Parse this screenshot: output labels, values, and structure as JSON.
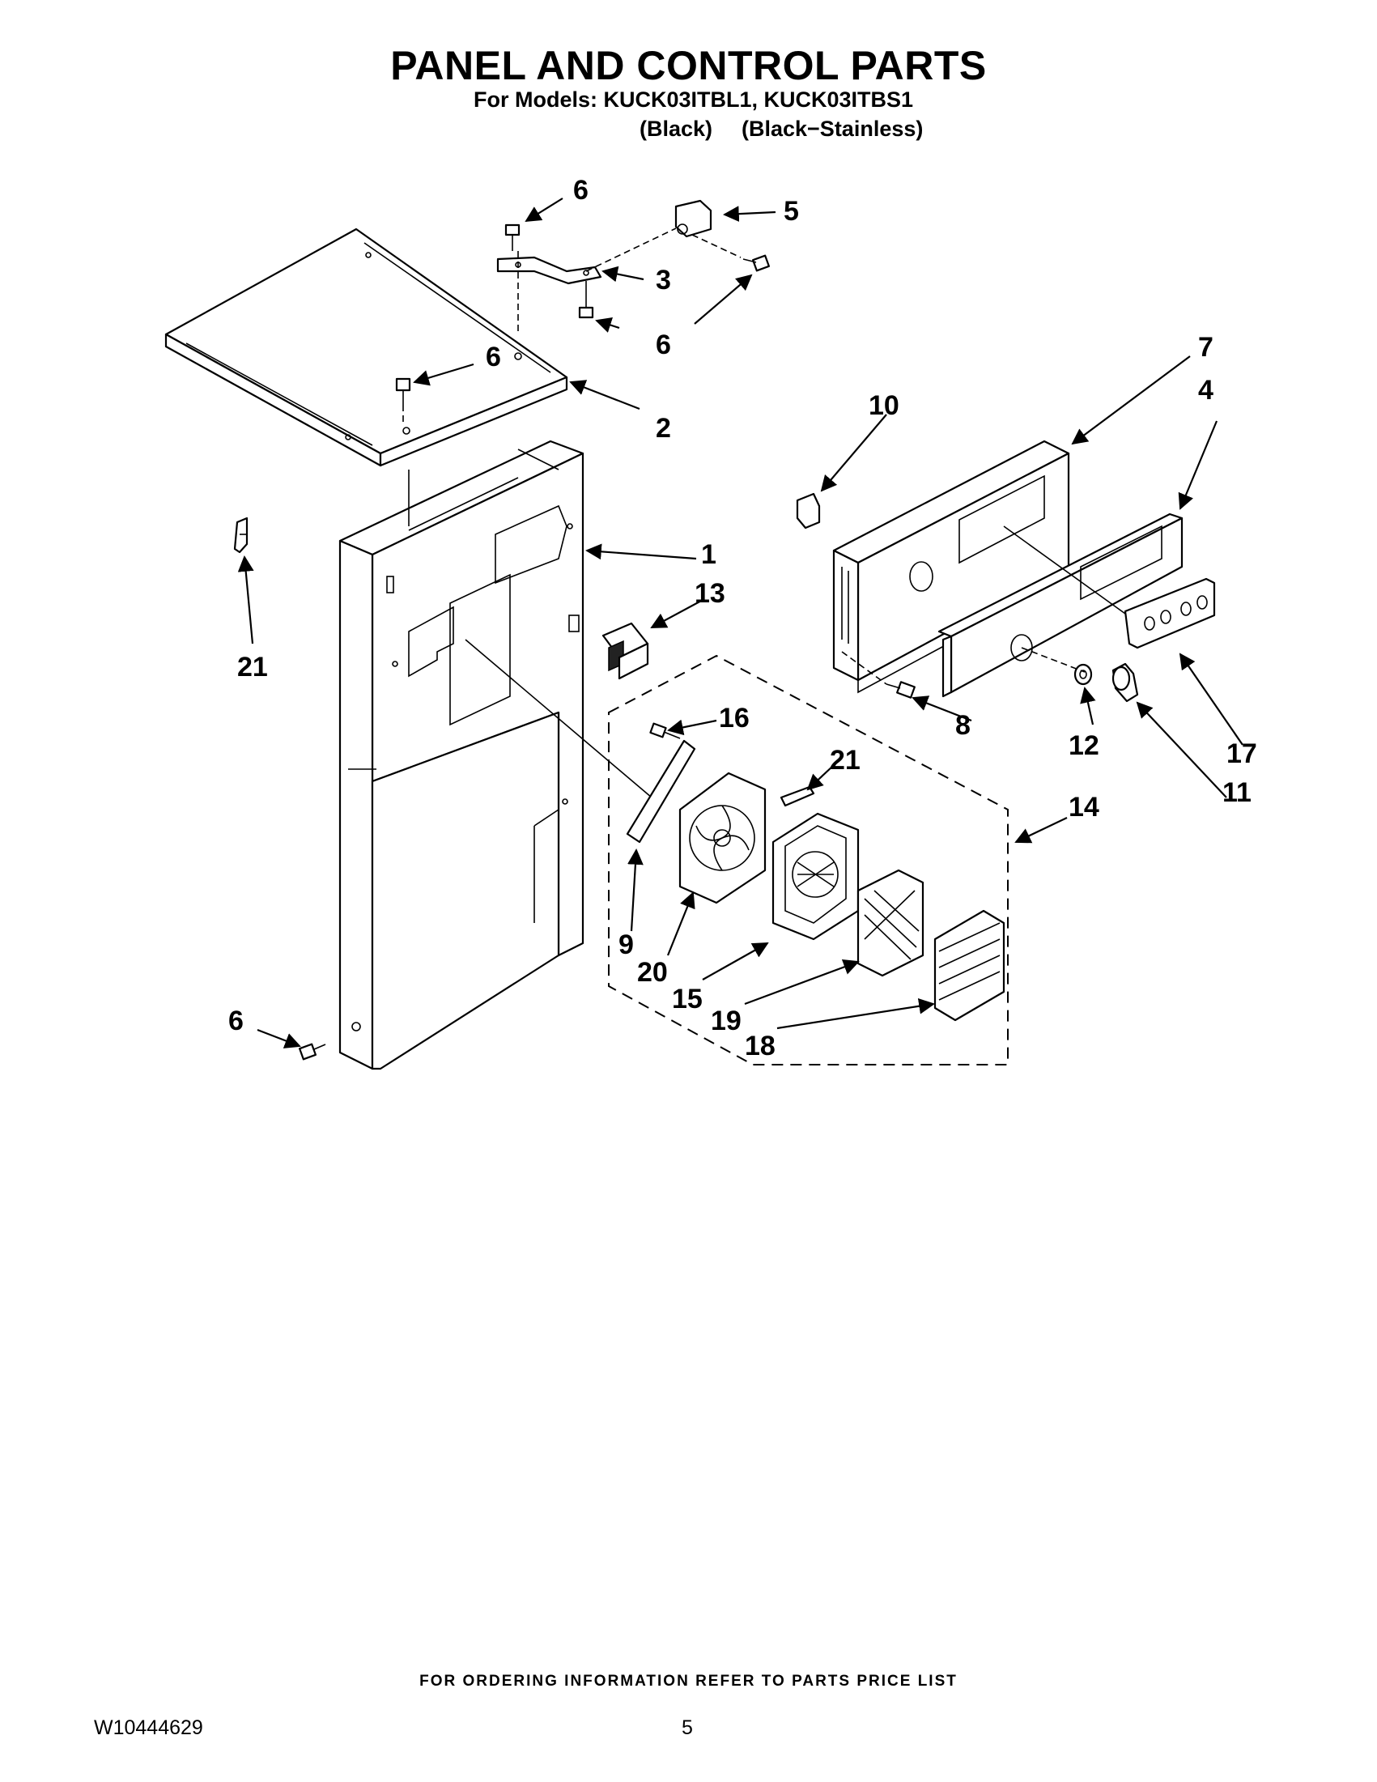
{
  "header": {
    "title": "PANEL AND CONTROL PARTS",
    "models": "For Models: KUCK03ITBL1, KUCK03ITBS1",
    "variant_1": "(Black)",
    "variant_2": "(Black−Stainless)"
  },
  "callouts": {
    "c1": "1",
    "c2": "2",
    "c3": "3",
    "c4": "4",
    "c5": "5",
    "c6a": "6",
    "c6b": "6",
    "c6c": "6",
    "c6d": "6",
    "c7": "7",
    "c8": "8",
    "c9": "9",
    "c10": "10",
    "c11": "11",
    "c12": "12",
    "c13": "13",
    "c14": "14",
    "c15": "15",
    "c16": "16",
    "c17": "17",
    "c18": "18",
    "c19": "19",
    "c20": "20",
    "c21a": "21",
    "c21b": "21"
  },
  "footer": {
    "ordering_note": "FOR ORDERING INFORMATION REFER TO PARTS PRICE LIST",
    "document_number": "W10444629",
    "page_number": "5"
  }
}
